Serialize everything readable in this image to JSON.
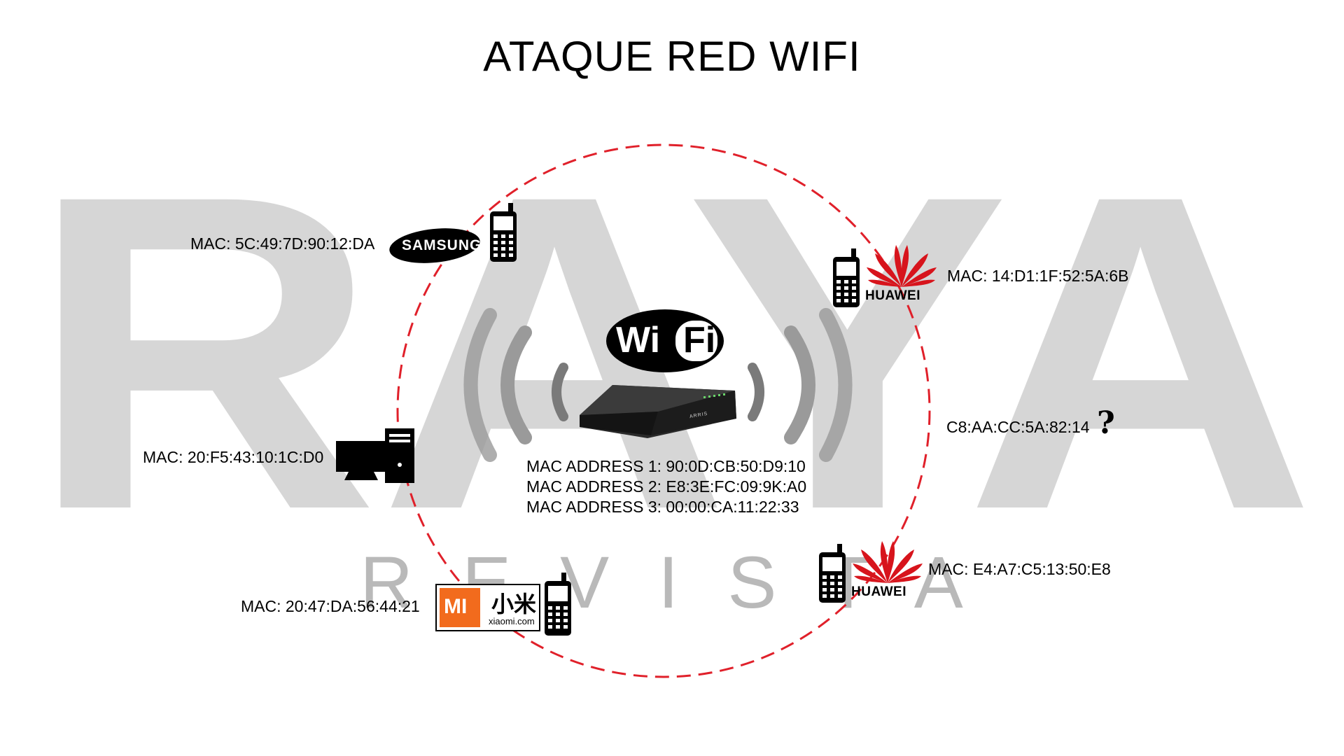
{
  "title": "ATAQUE RED WIFI",
  "watermark": {
    "word": "RAYA",
    "subword": "REVISTA"
  },
  "router": {
    "wifi_logo": {
      "left": "Wi",
      "right": "Fi"
    },
    "model_label": "ARRIS",
    "mac_lines": [
      "MAC ADDRESS 1: 90:0D:CB:50:D9:10",
      "MAC ADDRESS 2: E8:3E:FC:09:9K:A0",
      "MAC ADDRESS 3: 00:00:CA:11:22:33"
    ]
  },
  "devices": {
    "samsung": {
      "brand": "SAMSUNG",
      "mac": "MAC: 5C:49:7D:90:12:DA"
    },
    "huawei_top": {
      "brand": "HUAWEI",
      "mac": "MAC: 14:D1:1F:52:5A:6B"
    },
    "unknown": {
      "mac": "C8:AA:CC:5A:82:14",
      "mark": "?"
    },
    "desktop": {
      "mac": "MAC: 20:F5:43:10:1C:D0"
    },
    "huawei_bottom": {
      "brand": "HUAWEI",
      "mac": "MAC: E4:A7:C5:13:50:E8"
    },
    "xiaomi": {
      "logo": "MI",
      "chinese": "小米",
      "site": "xiaomi.com",
      "mac": "MAC: 20:47:DA:56:44:21"
    }
  },
  "colors": {
    "range_circle": "#e0202a",
    "watermark": "#cfcfcf",
    "huawei_red": "#d7141c",
    "xiaomi_orange": "#f26b1d"
  }
}
